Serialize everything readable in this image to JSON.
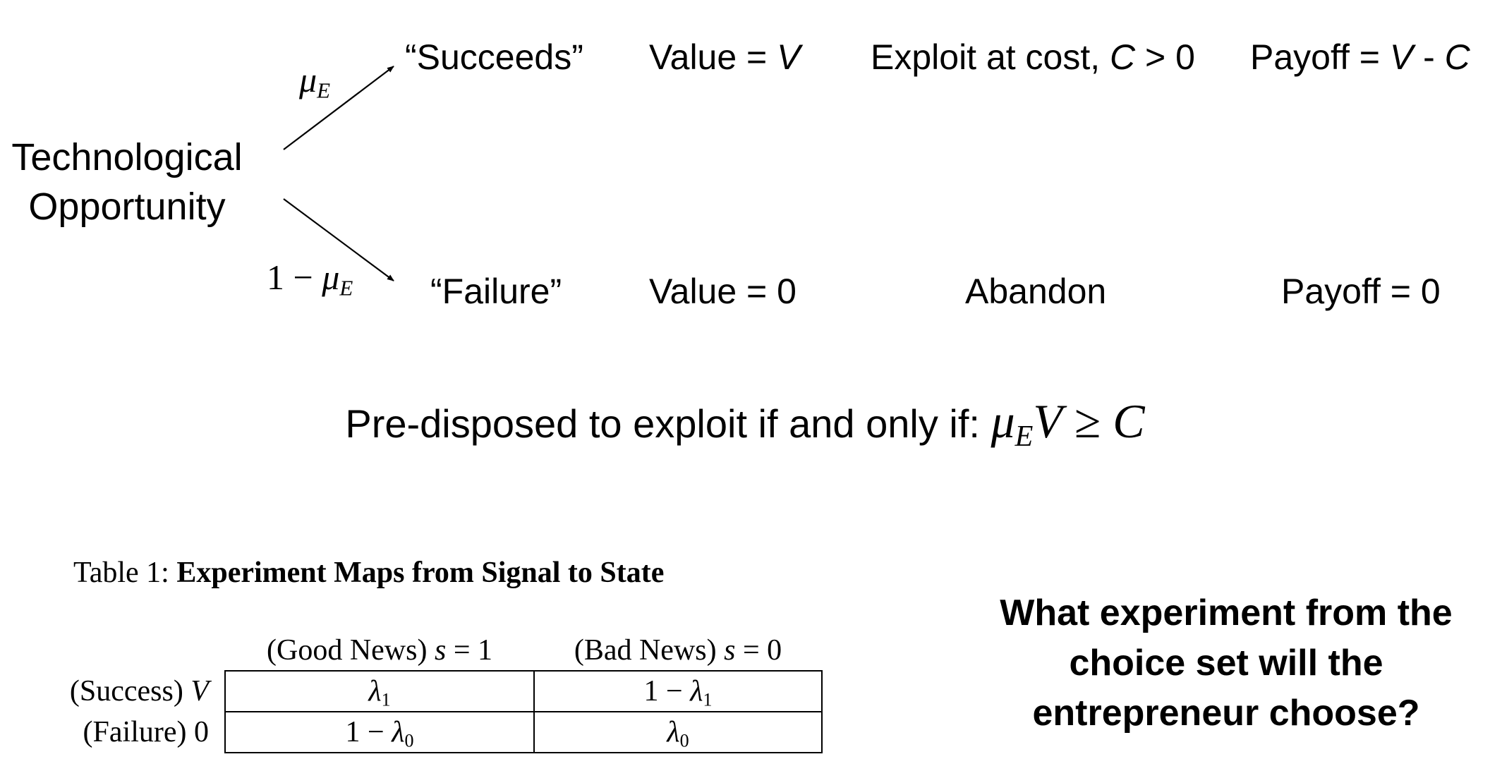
{
  "tree": {
    "root_line1": "Technological",
    "root_line2": "Opportunity",
    "branch_success_prob": {
      "base": "μ",
      "sub": "E"
    },
    "branch_failure_prob": {
      "prefix": "1 − ",
      "base": "μ",
      "sub": "E"
    },
    "success": {
      "state": "“Succeeds”",
      "value_prefix": "Value = ",
      "value_var": "V",
      "action_prefix": "Exploit at cost, ",
      "action_var": "C",
      "action_suffix": " > 0",
      "payoff_prefix": "Payoff = ",
      "payoff_var1": "V",
      "payoff_mid": " - ",
      "payoff_var2": "C"
    },
    "failure": {
      "state": "“Failure”",
      "value": "Value = 0",
      "action": "Abandon",
      "payoff": "Payoff = 0"
    }
  },
  "condition": {
    "text": "Pre-disposed to exploit if and only if: ",
    "mu": "μ",
    "mu_sub": "E",
    "V": "V",
    "rel": " ≥ ",
    "C": "C"
  },
  "table": {
    "caption_prefix": "Table 1: ",
    "caption_bold": "Experiment Maps from Signal to State",
    "col1_prefix": "(Good News) ",
    "col1_var": "s",
    "col1_suffix": " = 1",
    "col2_prefix": "(Bad News) ",
    "col2_var": "s",
    "col2_suffix": " = 0",
    "row1_label_prefix": "(Success) ",
    "row1_label_var": "V",
    "row2_label": "(Failure) 0",
    "r1c1": {
      "prefix": "",
      "base": "λ",
      "sub": "1"
    },
    "r1c2": {
      "prefix": "1 − ",
      "base": "λ",
      "sub": "1"
    },
    "r2c1": {
      "prefix": "1 − ",
      "base": "λ",
      "sub": "0"
    },
    "r2c2": {
      "prefix": "",
      "base": "λ",
      "sub": "0"
    }
  },
  "question": "What experiment from the choice set will the entrepreneur choose?"
}
